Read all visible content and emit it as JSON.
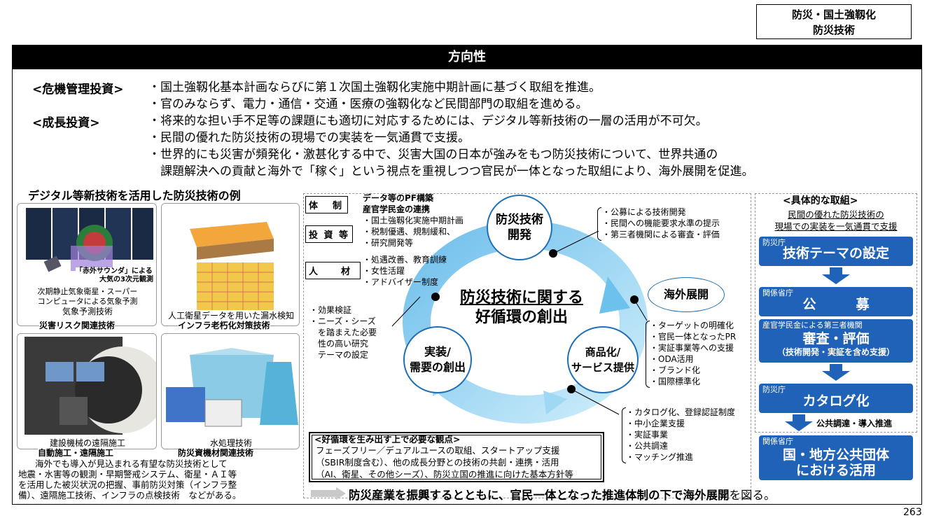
{
  "tag": {
    "line1": "防災・国土強靱化",
    "line2": "防災技術"
  },
  "header": {
    "title": "方向性"
  },
  "policy": {
    "crisis_label": "<危機管理投資>",
    "growth_label": "<成長投資>",
    "lines": [
      "・国土強靱化基本計画ならびに第１次国土強靱化実施中期計画に基づく取組を推進。",
      "・官のみならず、電力・通信・交通・医療の強靱化など民間部門の取組を進める。",
      "・将来的な担い手不足等の課題にも適切に対応するためには、デジタル等新技術の一層の活用が不可欠。",
      "・民間の優れた防災技術の現場での実装を一気通貫で支援。",
      "・世界的にも災害が頻発化・激甚化する中で、災害大国の日本が強みをもつ防災技術について、世界共通の",
      "　課題解決への貢献と海外で「稼ぐ」という視点を重視しつつ官民が一体となった取組により、海外展開を促進。"
    ]
  },
  "examples": {
    "title": "デジタル等新技術を活用した防災技術の例",
    "p1": {
      "badge1": "「赤外サウンダ」による",
      "badge2": "大気の3次元観測",
      "cap1": "次期静止気象衛星・スーパー",
      "cap2": "コンピュータによる気象予測",
      "cap3": "気象予測技術",
      "label": "災害リスク関連技術"
    },
    "p2": {
      "cap": "人工衛星データを用いた漏水検知",
      "label": "インフラ老朽化対策技術"
    },
    "p3": {
      "cap": "建設機械の遠隔施工",
      "label": "自動施工・遠隔施工"
    },
    "p4": {
      "cap": "水処理技術",
      "label": "防災資機材関連技術"
    },
    "desc": [
      "海外でも導入が見込まれる有望な防災技術として",
      "地震・水害等の観測・早期警戒システム、衛星・ＡＩ等",
      "を活用した被災状況の把握、事前防災対策（インフラ整",
      "備）、遠隔施工技術、インフラの点検技術　などがある。"
    ]
  },
  "cycle": {
    "system_label": "体　制",
    "system_items": [
      "データ等のPF構築",
      "産官学民金の連携"
    ],
    "invest_label": "投 資 等",
    "invest_items": [
      "・国土強靱化実施中期計画",
      "・税制優遇、規制緩和、",
      "・研究開発等"
    ],
    "people_label": "人　材",
    "people_items": [
      "・処遇改善、教育訓練",
      "・女性活躍",
      "・アドバイザー制度"
    ],
    "node_dev_1": "防災技術",
    "node_dev_2": "開発",
    "dev_items": [
      "・公募による技術開発",
      "・民間への機能要求水準の提示",
      "・第三者機関による審査・評価"
    ],
    "center_1": "防災技術に関する",
    "center_2": "好循環の創出",
    "overseas": "海外展開",
    "overseas_items": [
      "・ターゲットの明確化",
      "・官民一体となったPR",
      "・実証事業等への支援",
      "・ODA活用",
      "・ブランド化",
      "・国際標準化"
    ],
    "node_prod_1": "商品化/",
    "node_prod_2": "サービス提供",
    "prod_items": [
      "・カタログ化、登録認証制度",
      "・中小企業支援",
      "・実証事業",
      "・公共調達",
      "・マッチング推進"
    ],
    "node_impl_1": "実装/",
    "node_impl_2": "需要の創出",
    "impl_items": [
      "・効果検証",
      "・ニーズ・シーズ",
      "　を踏まえた必要",
      "　性の高い研究",
      "　テーマの設定"
    ],
    "viewpoint_title": "<好循環を生み出す上で必要な観点>",
    "viewpoint_lines": [
      "フェーズフリー／デュアルユースの取組、スタートアップ支援",
      "（SBIR制度含む）、他の成長分野との技術の共創・連携・活用",
      "（AI、衛星、その他シーズ）、防災立国の推進に向けた基本方針等"
    ]
  },
  "concrete": {
    "title": "<具体的な取組>",
    "sub1": "民間の優れた防災技術の",
    "sub2": "現場での実装を一気通貫で支援",
    "steps": [
      {
        "org": "防災庁",
        "main": "技術テーマの設定"
      },
      {
        "org": "関係省庁",
        "main": "公　　　募"
      },
      {
        "org": "産官学民金による第三者機関",
        "main": "審査・評価",
        "sub": "（技術開発・実証を含め支援）"
      },
      {
        "org": "防災庁",
        "main": "カタログ化"
      },
      {
        "org": "関係省庁",
        "main": "国・地方公共団体",
        "main2": "における活用"
      }
    ],
    "procure": "公共調達・導入推進"
  },
  "footer": {
    "bold": "防災産業を振興するとともに、官民一体となった推進体制の下で海外展開",
    "normal": "を図る。",
    "page": "263"
  },
  "colors": {
    "accent": "#1f62b8",
    "arrow_light": "#8fd0f0"
  }
}
